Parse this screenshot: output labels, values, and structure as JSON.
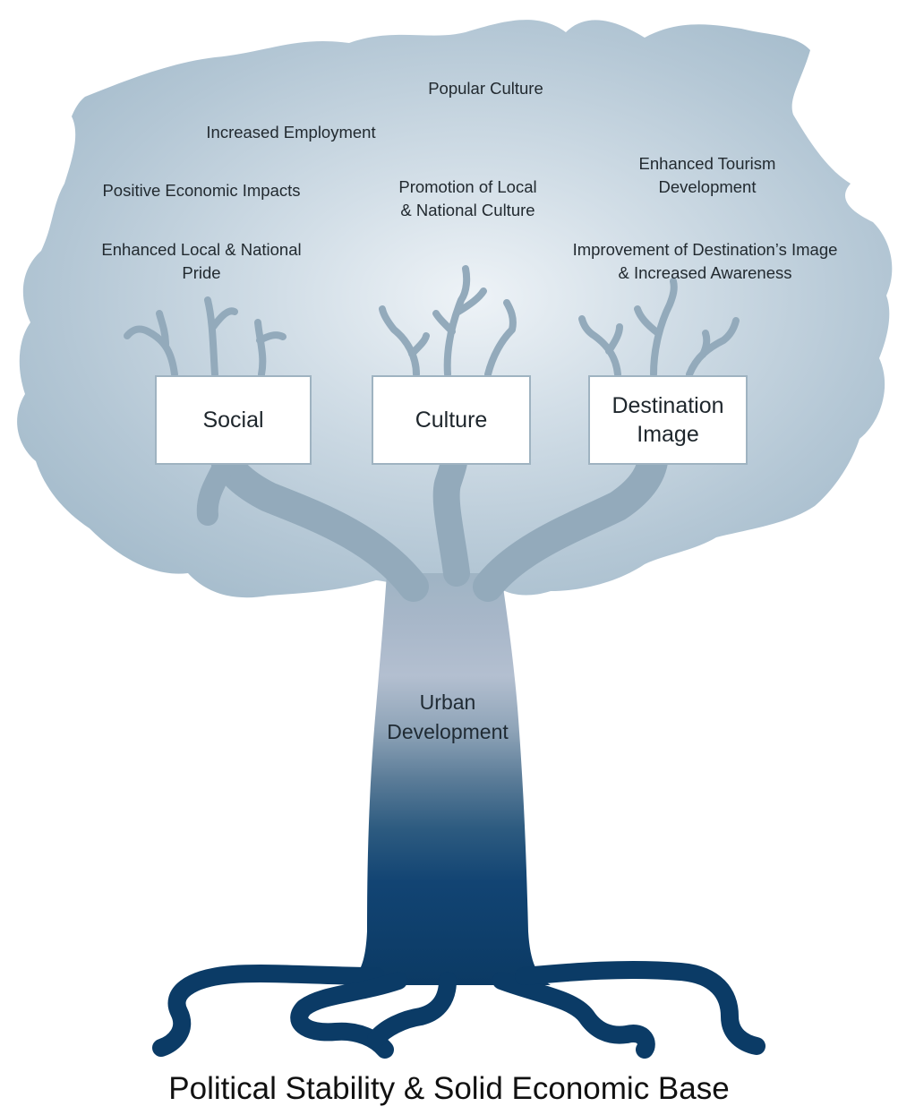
{
  "canopy_labels": {
    "popular_culture": "Popular Culture",
    "increased_employment": "Increased Employment",
    "positive_economic_impacts": "Positive Economic Impacts",
    "promotion_culture": "Promotion of Local\n& National Culture",
    "enhanced_tourism": "Enhanced Tourism\nDevelopment",
    "enhanced_pride": "Enhanced Local & National\nPride",
    "destination_image_awareness": "Improvement of Destination’s Image\n& Increased Awareness"
  },
  "branches": {
    "social": "Social",
    "culture": "Culture",
    "destination_image": "Destination\nImage"
  },
  "trunk_label": "Urban\nDevelopment",
  "base_caption": "Political Stability & Solid Economic Base",
  "colors": {
    "canopy": "#a8bfcf",
    "canopy_highlight": "#e9f0f5",
    "branch": "#93aabb",
    "trunk_top": "#b6c3d2",
    "trunk_bottom": "#0b3a64",
    "roots": "#0b3b66",
    "box_border": "#9fb3c1"
  }
}
